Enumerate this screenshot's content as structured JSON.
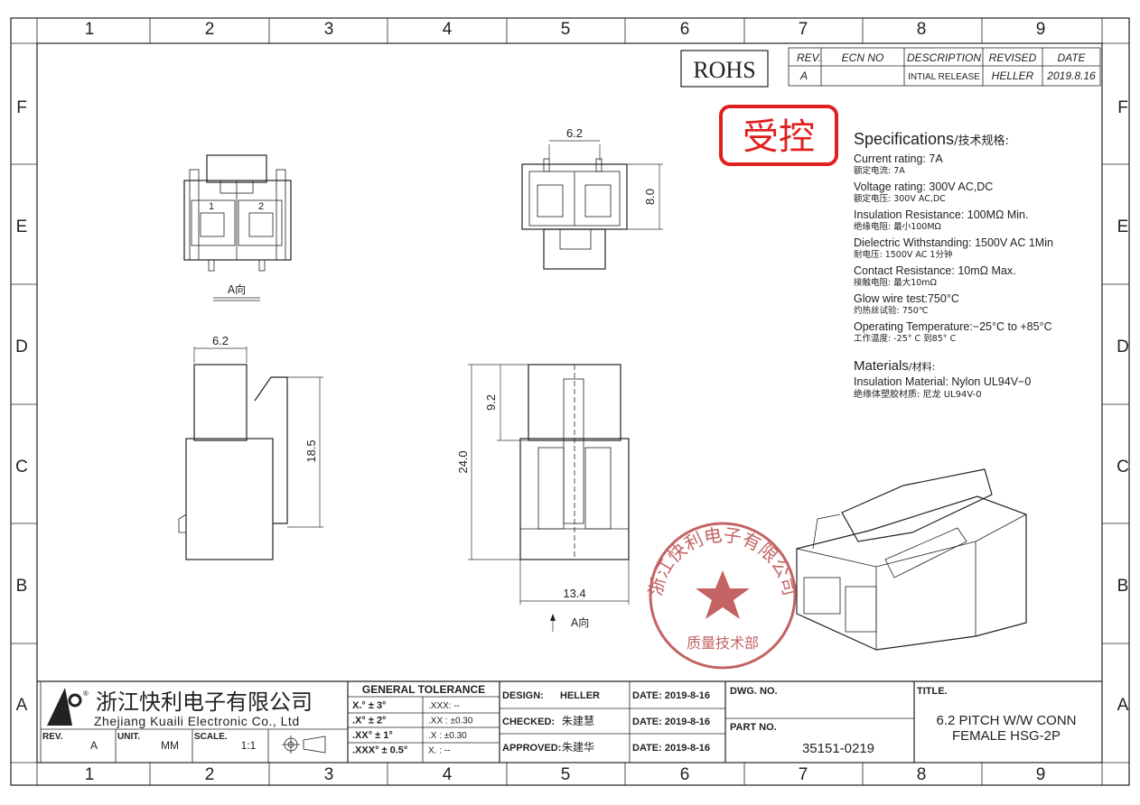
{
  "frame": {
    "cols": [
      "1",
      "2",
      "3",
      "4",
      "5",
      "6",
      "7",
      "8",
      "9"
    ],
    "rows": [
      "F",
      "E",
      "D",
      "C",
      "B",
      "A"
    ]
  },
  "rohs": "ROHS",
  "controlled_stamp": "受控",
  "revision_table": {
    "headers": [
      "REV.",
      "ECN NO",
      "DESCRIPTION",
      "REVISED",
      "DATE"
    ],
    "row": [
      "A",
      "",
      "INTIAL RELEASE",
      "HELLER",
      "2019.8.16"
    ]
  },
  "specs": {
    "title": "Specifications",
    "title_cn": "/技术规格:",
    "items": [
      {
        "en": "Current rating: 7A",
        "cn": "额定电流: 7A"
      },
      {
        "en": "Voltage rating: 300V AC,DC",
        "cn": "额定电压: 300V AC,DC"
      },
      {
        "en": "Insulation Resistance: 100MΩ Min.",
        "cn": "绝缘电阻: 最小100MΩ"
      },
      {
        "en": "Dielectric Withstanding:  1500V AC   1Min",
        "cn": "耐电压: 1500V AC 1分钟"
      },
      {
        "en": "Contact Resistance:  10mΩ Max.",
        "cn": "接触电阻: 最大10mΩ"
      },
      {
        "en": "Glow wire test:750°C",
        "cn": "灼热丝试验: 750℃"
      },
      {
        "en": "Operating Temperature:−25°C to +85°C",
        "cn": "工作温度: -25° C 到85° C"
      }
    ],
    "materials_title": "Materials",
    "materials_title_cn": "/材料:",
    "material": {
      "en": "Insulation Material: Nylon UL94V−0",
      "cn": "绝缘体塑胶材质: 尼龙 UL94V-0"
    }
  },
  "views": {
    "view_a_label": "A向",
    "arrow_a_label": "A向",
    "pin1": "1",
    "pin2": "2",
    "dims": {
      "top_width": "6.2",
      "top_height": "8.0",
      "side_width": "6.2",
      "side_height": "18.5",
      "front_height": "24.0",
      "front_upper": "9.2",
      "front_width": "13.4"
    }
  },
  "company_seal": {
    "text": "浙江快利电子有限公司",
    "dept": "质量技术部"
  },
  "title_block": {
    "company_cn": "浙江快利电子有限公司",
    "company_en": "Zhejiang Kuaili Electronic Co., Ltd",
    "registered": "®",
    "rev_label": "REV.",
    "rev": "A",
    "unit_label": "UNIT.",
    "unit": "MM",
    "scale_label": "SCALE.",
    "scale": "1:1",
    "tolerance_title": "GENERAL TOLERANCE",
    "tolerance": [
      [
        "X.° ± 3°",
        ".XXX:  --"
      ],
      [
        ".X° ± 2°",
        ".XX :  ±0.30"
      ],
      [
        ".XX° ± 1°",
        ".X  :  ±0.30"
      ],
      [
        ".XXX° ± 0.5°",
        "X.  :  --"
      ]
    ],
    "design_label": "DESIGN:",
    "design": "HELLER",
    "checked_label": "CHECKED:",
    "checked": "朱建慧",
    "approved_label": "APPROVED:",
    "approved": "朱建华",
    "dates": [
      "DATE: 2019-8-16",
      "DATE: 2019-8-16",
      "DATE: 2019-8-16"
    ],
    "dwg_no_label": "DWG. NO.",
    "part_no_label": "PART NO.",
    "part_no": "35151-0219",
    "title_label": "TITLE.",
    "title_line1": "6.2 PITCH W/W CONN",
    "title_line2": "FEMALE HSG-2P"
  }
}
